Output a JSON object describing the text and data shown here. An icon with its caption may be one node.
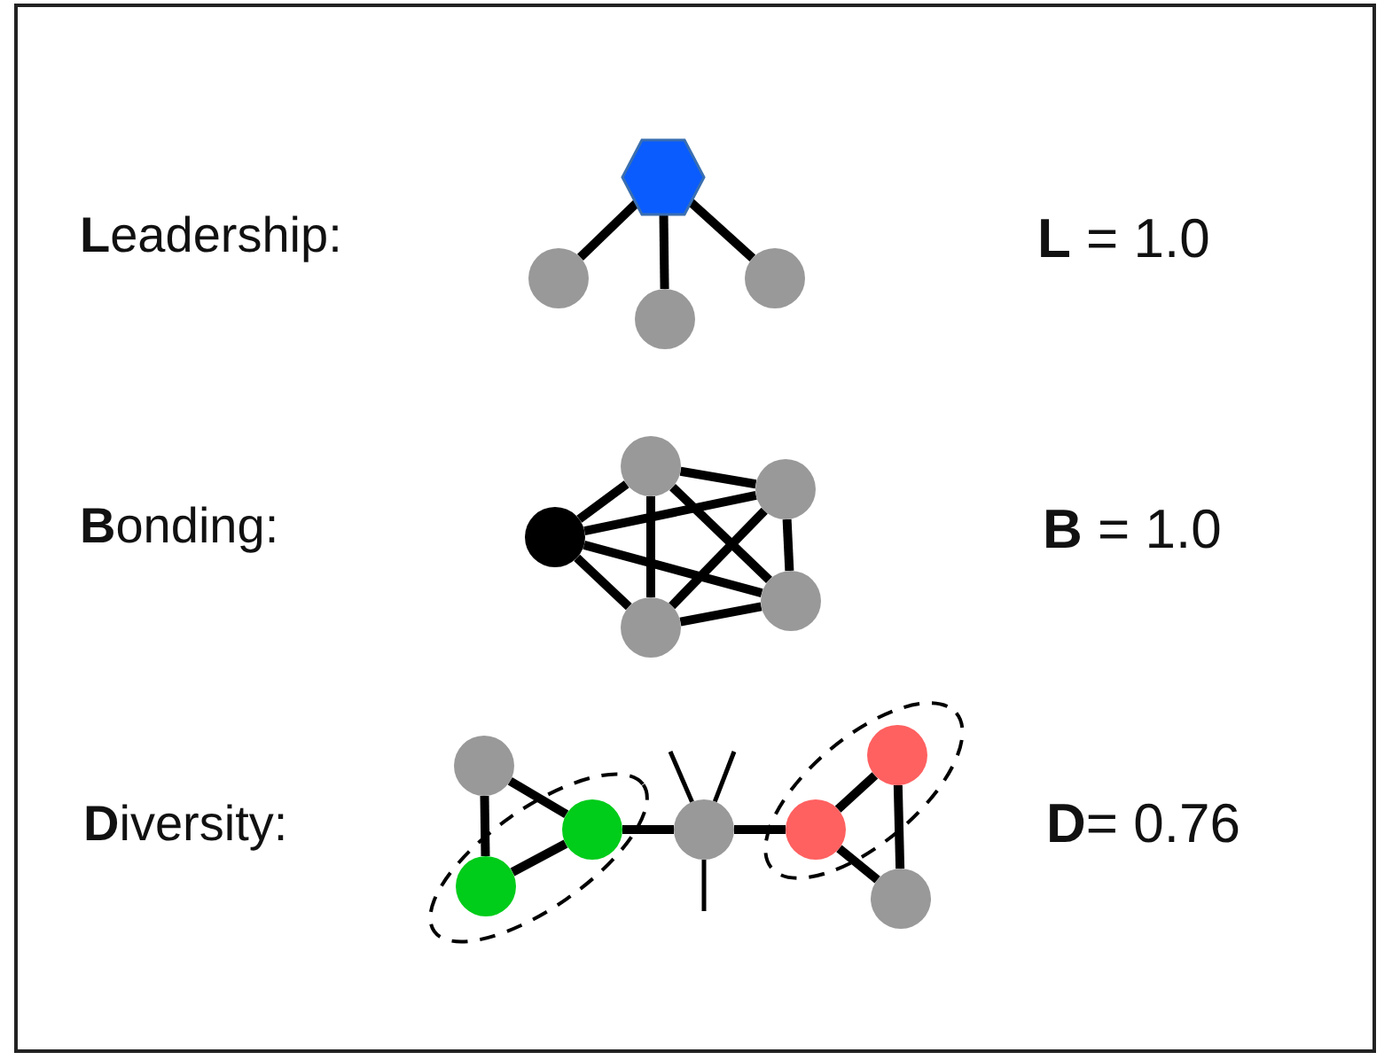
{
  "diagram": {
    "nodes": [
      {
        "text": [],
        "shape": "hexagon"
      },
      {
        "text": [],
        "shape": "circle"
      },
      {
        "text": [],
        "shape": "circle"
      },
      {
        "text": [],
        "shape": "circle"
      },
      {
        "text": [],
        "shape": "circle"
      },
      {
        "text": [],
        "shape": "circle"
      },
      {
        "text": [],
        "shape": "circle"
      },
      {
        "text": [],
        "shape": "circle"
      },
      {
        "text": [],
        "shape": "circle"
      },
      {
        "text": [],
        "shape": "circle"
      },
      {
        "text": [],
        "shape": "ellipse"
      },
      {
        "text": [],
        "shape": "circle",
        "in": 10
      },
      {
        "text": [],
        "shape": "circle",
        "in": 10
      },
      {
        "text": [],
        "shape": "circle"
      },
      {
        "text": [],
        "shape": "ellipse"
      },
      {
        "text": [],
        "shape": "circle",
        "in": 14
      },
      {
        "text": [],
        "shape": "circle",
        "in": 14
      },
      {
        "text": [],
        "shape": "circle"
      }
    ],
    "edges": [
      {
        "from": 0,
        "to": 1,
        "arrow": "none"
      },
      {
        "from": 0,
        "to": 2,
        "arrow": "none"
      },
      {
        "from": 0,
        "to": 3,
        "arrow": "none"
      },
      {
        "from": 4,
        "to": 5,
        "arrow": "none"
      },
      {
        "from": 4,
        "to": 6,
        "arrow": "none"
      },
      {
        "from": 4,
        "to": 7,
        "arrow": "none"
      },
      {
        "from": 4,
        "to": 8,
        "arrow": "none"
      },
      {
        "from": 5,
        "to": 6,
        "arrow": "none"
      },
      {
        "from": 5,
        "to": 7,
        "arrow": "none"
      },
      {
        "from": 5,
        "to": 8,
        "arrow": "none"
      },
      {
        "from": 6,
        "to": 7,
        "arrow": "none"
      },
      {
        "from": 6,
        "to": 8,
        "arrow": "none"
      },
      {
        "from": 7,
        "to": 8,
        "arrow": "none"
      },
      {
        "from": 9,
        "to": 11,
        "arrow": "none"
      },
      {
        "from": 9,
        "to": 12,
        "arrow": "none"
      },
      {
        "from": 11,
        "to": 12,
        "arrow": "none"
      },
      {
        "from": 11,
        "to": 13,
        "arrow": "none"
      },
      {
        "from": 13,
        "to": 15,
        "arrow": "none"
      },
      {
        "from": 15,
        "to": 16,
        "arrow": "none"
      },
      {
        "from": 15,
        "to": 17,
        "arrow": "none"
      },
      {
        "from": 16,
        "to": 17,
        "arrow": "none"
      },
      {
        "from": 13,
        "to": null,
        "arrow": "none"
      },
      {
        "from": 13,
        "to": null,
        "arrow": "none"
      },
      {
        "from": 13,
        "to": null,
        "arrow": "none"
      }
    ],
    "labels": [
      "**L**eadership:",
      "**L** = 1.0",
      "**B**onding:",
      "**B** = 1.0",
      "**D**iversity:",
      "**D**= 0.76"
    ]
  }
}
